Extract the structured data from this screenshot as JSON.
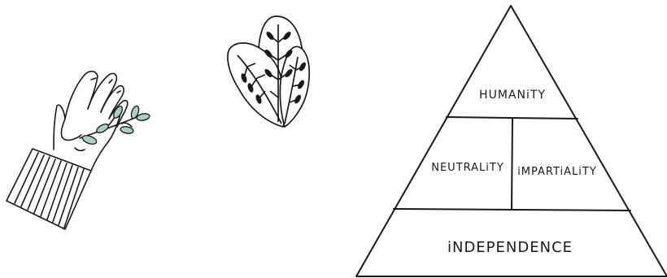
{
  "pyramid": {
    "top": "HUMANiTY",
    "middle_left": "NEUTRALiTY",
    "middle_right": "iMPARTiALiTY",
    "bottom": "iNDEPENDENCE"
  },
  "colors": {
    "ink": "#1a1a1a",
    "leaf": "#a8cfc2",
    "background": "#ffffff"
  }
}
